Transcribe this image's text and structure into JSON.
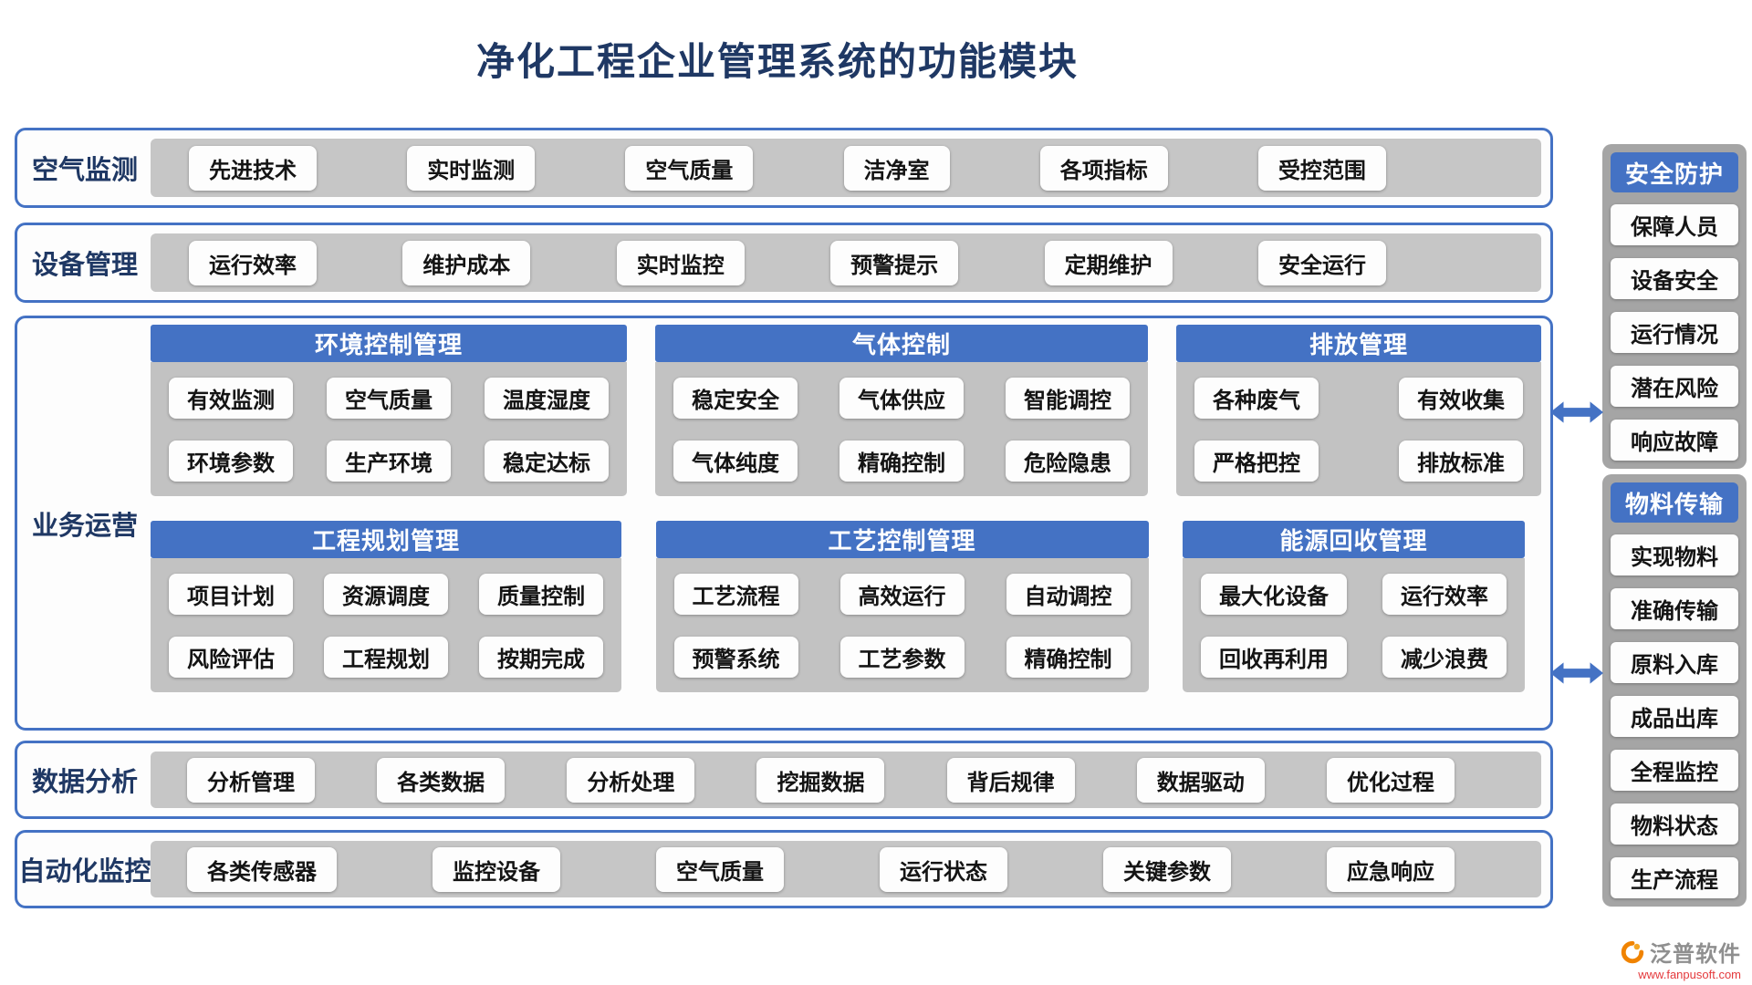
{
  "title": "净化工程企业管理系统的功能模块",
  "rows": [
    {
      "label": "空气监测",
      "items": [
        "先进技术",
        "实时监测",
        "空气质量",
        "洁净室",
        "各项指标",
        "受控范围"
      ]
    },
    {
      "label": "设备管理",
      "items": [
        "运行效率",
        "维护成本",
        "实时监控",
        "预警提示",
        "定期维护",
        "安全运行"
      ]
    }
  ],
  "business": {
    "label": "业务运营",
    "panels": [
      {
        "title": "环境控制管理",
        "items": [
          "有效监测",
          "空气质量",
          "温度湿度",
          "环境参数",
          "生产环境",
          "稳定达标"
        ]
      },
      {
        "title": "气体控制",
        "items": [
          "稳定安全",
          "气体供应",
          "智能调控",
          "气体纯度",
          "精确控制",
          "危险隐患"
        ]
      },
      {
        "title": "排放管理",
        "items": [
          "各种废气",
          "有效收集",
          "严格把控",
          "排放标准"
        ]
      },
      {
        "title": "工程规划管理",
        "items": [
          "项目计划",
          "资源调度",
          "质量控制",
          "风险评估",
          "工程规划",
          "按期完成"
        ]
      },
      {
        "title": "工艺控制管理",
        "items": [
          "工艺流程",
          "高效运行",
          "自动调控",
          "预警系统",
          "工艺参数",
          "精确控制"
        ]
      },
      {
        "title": "能源回收管理",
        "items": [
          "最大化设备",
          "运行效率",
          "回收再利用",
          "减少浪费"
        ]
      }
    ]
  },
  "bottom_rows": [
    {
      "label": "数据分析",
      "items": [
        "分析管理",
        "各类数据",
        "分析处理",
        "挖掘数据",
        "背后规律",
        "数据驱动",
        "优化过程"
      ]
    },
    {
      "label": "自动化监控",
      "items": [
        "各类传感器",
        "监控设备",
        "空气质量",
        "运行状态",
        "关键参数",
        "应急响应"
      ]
    }
  ],
  "sidebar": [
    {
      "title": "安全防护",
      "items": [
        "保障人员",
        "设备安全",
        "运行情况",
        "潜在风险",
        "响应故障"
      ]
    },
    {
      "title": "物料传输",
      "items": [
        "实现物料",
        "准确传输",
        "原料入库",
        "成品出库",
        "全程监控",
        "物料状态",
        "生产流程"
      ]
    }
  ],
  "footer": {
    "brand": "泛普软件",
    "url": "www.fanpusoft.com"
  },
  "colors": {
    "accent": "#4472C4",
    "navy": "#1F3864",
    "panel_gray": "#c2c2c2",
    "sidebar_gray": "#a5a5a5",
    "url_red": "#E4393C",
    "logo_orange": "#F08300"
  }
}
